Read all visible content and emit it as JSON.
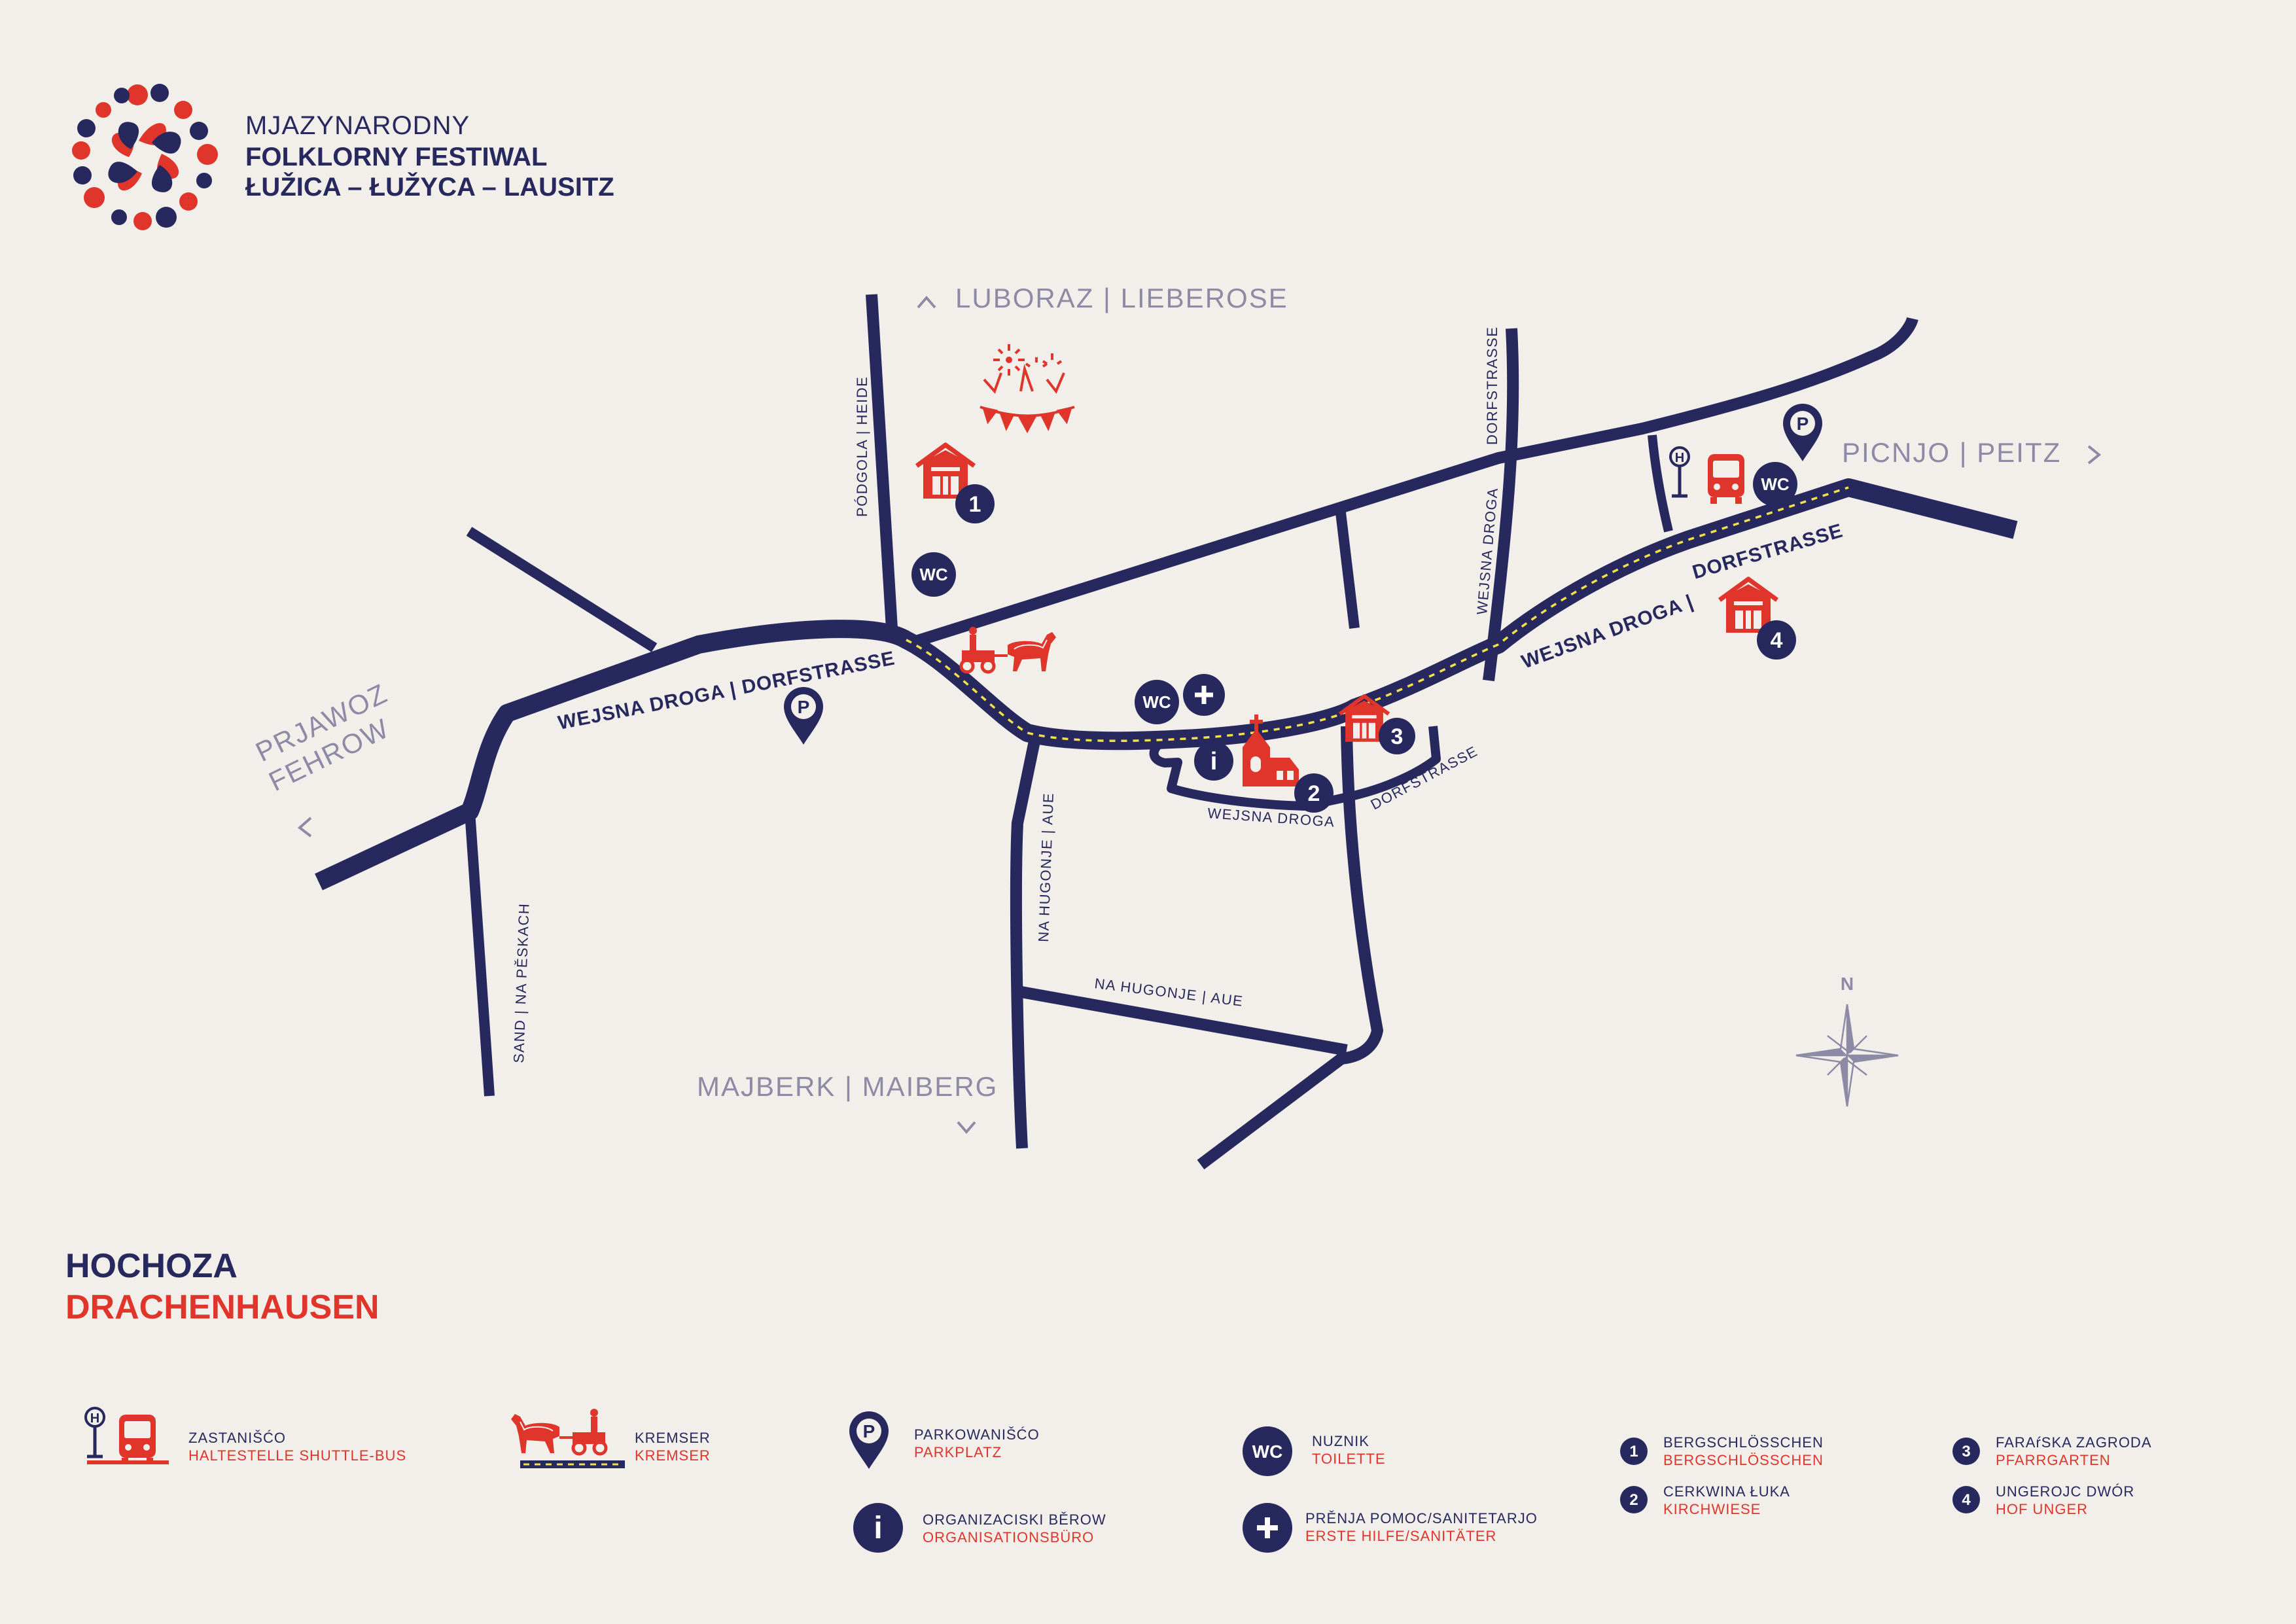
{
  "header": {
    "line1": "MJAZYNARODNY",
    "line2": "FOLKLORNY FESTIWAL",
    "line3": "ŁUŽICA – ŁUŽYCA – LAUSITZ"
  },
  "town": {
    "sorbian": "HOCHOZA",
    "german": "DRACHENHAUSEN"
  },
  "directions": {
    "north": "LUBORAZ  |  LIEBEROSE",
    "east": "PICNJO  |  PEITZ",
    "south": "MAJBERK  |  MAIBERG",
    "west_line1": "PRJAWOZ",
    "west_line2": "FEHROW"
  },
  "streets": {
    "main_west": "WEJSNA DROGA  |  DORFSTRASSE",
    "main_east_1": "WEJSNA DROGA  |",
    "main_east_2": "DORFSTRASSE",
    "podgola": "PÓDGOLA  |  HEIDE",
    "dorfstrasse_north": "DORFSTRASSE",
    "wejsna_droga_north": "WEJSNA DROGA",
    "wejsna_droga_loop": "WEJSNA DROGA",
    "dorfstrasse_loop": "DORFSTRASSE",
    "hugonje_vertical": "NA HUGONJE  |  AUE",
    "hugonje_horizontal": "NA HUGONJE  |  AUE",
    "sand": "SAND  |  NA PĚSKACH"
  },
  "map_labels": {
    "wc": "WC",
    "parking": "P",
    "info": "i",
    "plus": "+",
    "bus_stop": "H",
    "n1": "1",
    "n2": "2",
    "n3": "3",
    "n4": "4",
    "compass_north": "N"
  },
  "legend": {
    "bus": {
      "sorbian": "ZASTANIŠĆO",
      "german": "HALTESTELLE SHUTTLE-BUS"
    },
    "kremser": {
      "sorbian": "KREMSER",
      "german": "KREMSER"
    },
    "parking": {
      "sorbian": "PARKOWANIŠĆO",
      "german": "PARKPLATZ"
    },
    "info": {
      "sorbian": "ORGANIZACISKI BĚROW",
      "german": "ORGANISATIONSBÜRO"
    },
    "wc": {
      "sorbian": "NUZNIK",
      "german": "TOILETTE"
    },
    "firstaid": {
      "sorbian": "PRĚNJA POMOC/SANITETARJO",
      "german": "ERSTE HILFE/SANITÄTER"
    },
    "p1": {
      "number": "1",
      "sorbian": "BERGSCHLÖSSCHEN",
      "german": "BERGSCHLÖSSCHEN"
    },
    "p2": {
      "number": "2",
      "sorbian": "CERKWINA ŁUKA",
      "german": "KIRCHWIESE"
    },
    "p3": {
      "number": "3",
      "sorbian": "FARAŕSKA ZAGRODA",
      "german": "PFARRGARTEN"
    },
    "p4": {
      "number": "4",
      "sorbian": "UNGEROJC DWÓR",
      "german": "HOF UNGER"
    }
  },
  "colors": {
    "background": "#f2efea",
    "navy": "#27295e",
    "red": "#e0352b",
    "grey": "#8d8aa6",
    "yellow_line": "#f2e14a"
  }
}
